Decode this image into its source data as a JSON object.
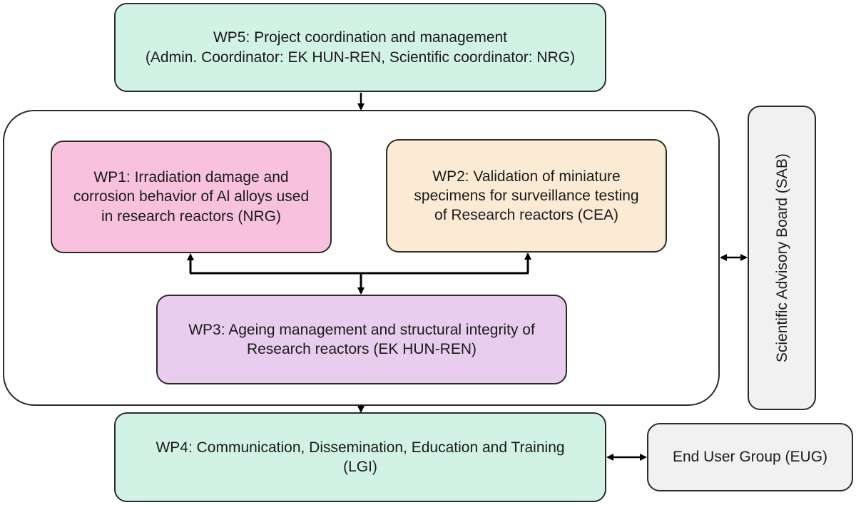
{
  "wp5": {
    "line1": "WP5: Project coordination and management",
    "line2": "(Admin. Coordinator: EK HUN-REN, Scientific coordinator: NRG)"
  },
  "wp1": {
    "lines": [
      "WP1: Irradiation damage and",
      "corrosion behavior of Al alloys used",
      "in research reactors (NRG)"
    ]
  },
  "wp2": {
    "lines": [
      "WP2: Validation of miniature",
      "specimens for surveillance testing",
      "of Research reactors (CEA)"
    ]
  },
  "wp3": {
    "lines": [
      "WP3: Ageing management and structural integrity of",
      "Research reactors (EK HUN-REN)"
    ]
  },
  "wp4": {
    "lines": [
      "WP4: Communication, Dissemination, Education and Training",
      "(LGI)"
    ]
  },
  "eug": {
    "label": "End User Group (EUG)"
  },
  "sab": {
    "label": "Scientific Advisory Board (SAB)"
  },
  "colors": {
    "wp5": "#d3f2e6",
    "wp1": "#f8c2de",
    "wp2": "#fbebd5",
    "wp3": "#e8cdee",
    "wp4": "#d3f2e6",
    "eug": "#f1f1f1",
    "sab": "#f1f1f1",
    "stroke": "#2b2b2b",
    "arrow": "#000000"
  }
}
